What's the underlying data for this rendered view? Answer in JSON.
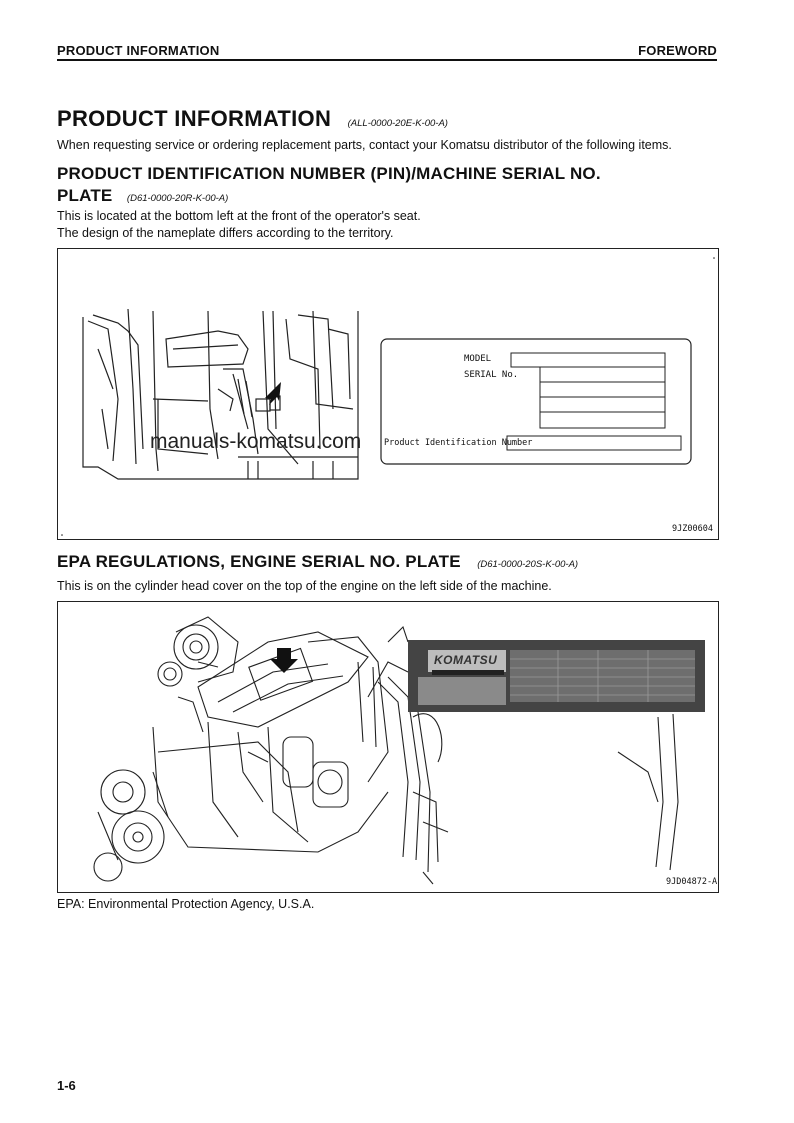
{
  "header": {
    "left": "PRODUCT INFORMATION",
    "right": "FOREWORD"
  },
  "title": {
    "text": "PRODUCT INFORMATION",
    "code": "(ALL-0000-20E-K-00-A)"
  },
  "intro": "When requesting service or ordering replacement parts, contact your Komatsu distributor of the following items.",
  "section1": {
    "heading_line1": "PRODUCT IDENTIFICATION NUMBER (PIN)/MACHINE SERIAL NO.",
    "heading_line2": "PLATE",
    "code": "(D61-0000-20R-K-00-A)",
    "text1": "This is located at the bottom left at the front of the operator's seat.",
    "text2": "The design of the nameplate differs according to the territory.",
    "figure": {
      "plate_model": "MODEL",
      "plate_serial": "SERIAL No.",
      "plate_pin": "Product Identification Number",
      "watermark": "manuals-komatsu.com",
      "fig_id": "9JZ00604"
    }
  },
  "section2": {
    "heading": "EPA REGULATIONS, ENGINE SERIAL NO. PLATE",
    "code": "(D61-0000-20S-K-00-A)",
    "text": "This is on the cylinder head cover on the top of the engine on the left side of the machine.",
    "figure": {
      "brand": "KOMATSU",
      "fig_id": "9JD04872-A"
    }
  },
  "footnote": "EPA: Environmental Protection Agency, U.S.A.",
  "page_number": "1-6"
}
